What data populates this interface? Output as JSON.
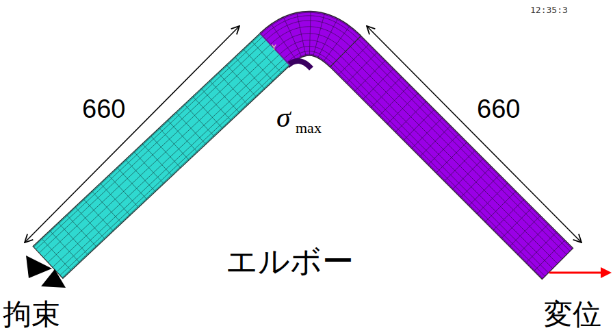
{
  "diagram": {
    "labels": [
      "12:35:3",
      "660",
      "660",
      "Y",
      "σ",
      "max",
      "エルボー",
      "拘束",
      "変位"
    ]
  }
}
